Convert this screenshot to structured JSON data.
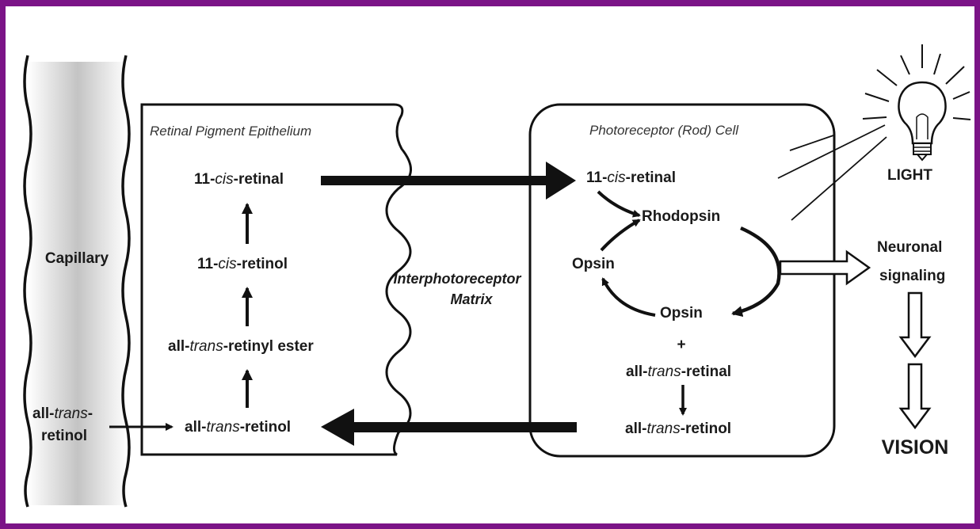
{
  "colors": {
    "border": "#7b1487",
    "ink": "#111111",
    "capillary_shade": "#c8c8c8"
  },
  "labels": {
    "capillary": "Capillary",
    "rpe_title": "Retinal Pigment Epithelium",
    "rod_title": "Photoreceptor (Rod) Cell",
    "matrix_line1": "Interphotoreceptor",
    "matrix_line2": "Matrix",
    "light": "LIGHT",
    "neuronal_line1": "Neuronal",
    "neuronal_line2": "signaling",
    "vision": "VISION",
    "plus": "+",
    "rhodopsin": "Rhodopsin",
    "opsin_left": "Opsin",
    "opsin_bottom": "Opsin",
    "rpe_11cis_retinal": {
      "a": "11-",
      "b": "cis",
      "c": "-retinal"
    },
    "rpe_11cis_retinol": {
      "a": "11-",
      "b": "cis",
      "c": "-retinol"
    },
    "rpe_retinyl_ester": {
      "a": "all-",
      "b": "trans",
      "c": "-retinyl ester"
    },
    "rpe_retinol": {
      "a": "all-",
      "b": "trans",
      "c": "-retinol"
    },
    "blood_retinol_line1": {
      "a": "all-",
      "b": "trans",
      "c": "-"
    },
    "blood_retinol_line2": "retinol",
    "rod_11cis_retinal": {
      "a": "11-",
      "b": "cis",
      "c": "-retinal"
    },
    "rod_all_trans_retinal": {
      "a": "all-",
      "b": "trans",
      "c": "-retinal"
    },
    "rod_all_trans_retinol": {
      "a": "all-",
      "b": "trans",
      "c": "-retinol"
    }
  },
  "icons": {
    "bulb": "light-bulb-icon"
  }
}
